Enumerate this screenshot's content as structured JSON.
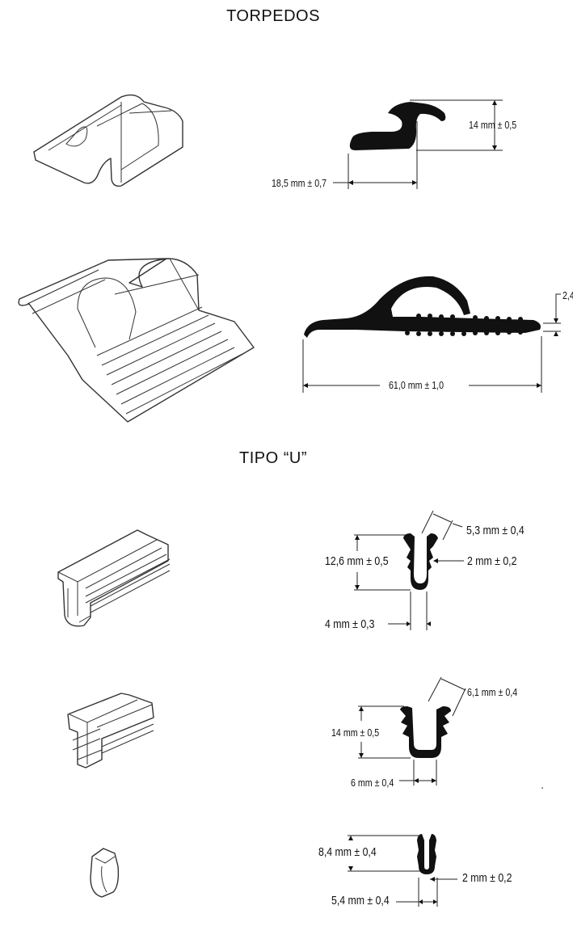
{
  "sections": {
    "torpedos": "TORPEDOS",
    "tipo_u": "TIPO “U”"
  },
  "dimensions": {
    "t1_height": "14 mm ± 0,5",
    "t1_width": "18,5 mm ± 0,7",
    "t2_thickness": "2,4",
    "t2_width": "61,0 mm ± 1,0",
    "u1_flange": "5,3 mm ± 0,4",
    "u1_height": "12,6 mm ± 0,5",
    "u1_wall": "2 mm ± 0,2",
    "u1_gap": "4 mm ± 0,3",
    "u2_flange": "6,1 mm ± 0,4",
    "u2_height": "14 mm ± 0,5",
    "u2_gap": "6 mm ± 0,4",
    "u3_height": "8,4 mm ± 0,4",
    "u3_wall": "2 mm ± 0,2",
    "u3_width": "5,4 mm ± 0,4"
  }
}
